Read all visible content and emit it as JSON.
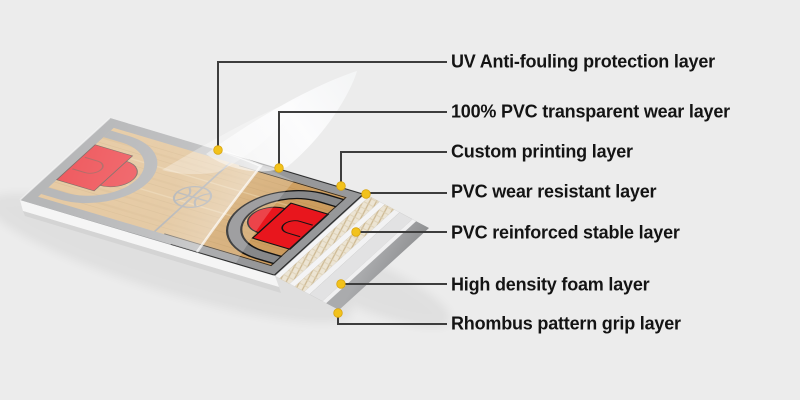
{
  "colors": {
    "background": "#ececec",
    "leader_line": "#3d3d3d",
    "marker": "#f2c21c",
    "marker_edge": "#d9a50f",
    "label_text": "#141414",
    "court_wood": "#d2a56a",
    "court_line_grey": "#97989a",
    "court_red": "#e8161d",
    "foam_layer": "#e2e2e3",
    "grip_layer": "#9b9c9e",
    "mesh_layer": "#ece4d3"
  },
  "diagram": {
    "labels": [
      {
        "text": "UV Anti-fouling protection layer"
      },
      {
        "text": "100% PVC transparent wear layer"
      },
      {
        "text": "Custom printing layer"
      },
      {
        "text": "PVC wear resistant layer"
      },
      {
        "text": "PVC reinforced stable layer"
      },
      {
        "text": "High density foam layer"
      },
      {
        "text": "Rhombus pattern grip layer"
      }
    ]
  }
}
